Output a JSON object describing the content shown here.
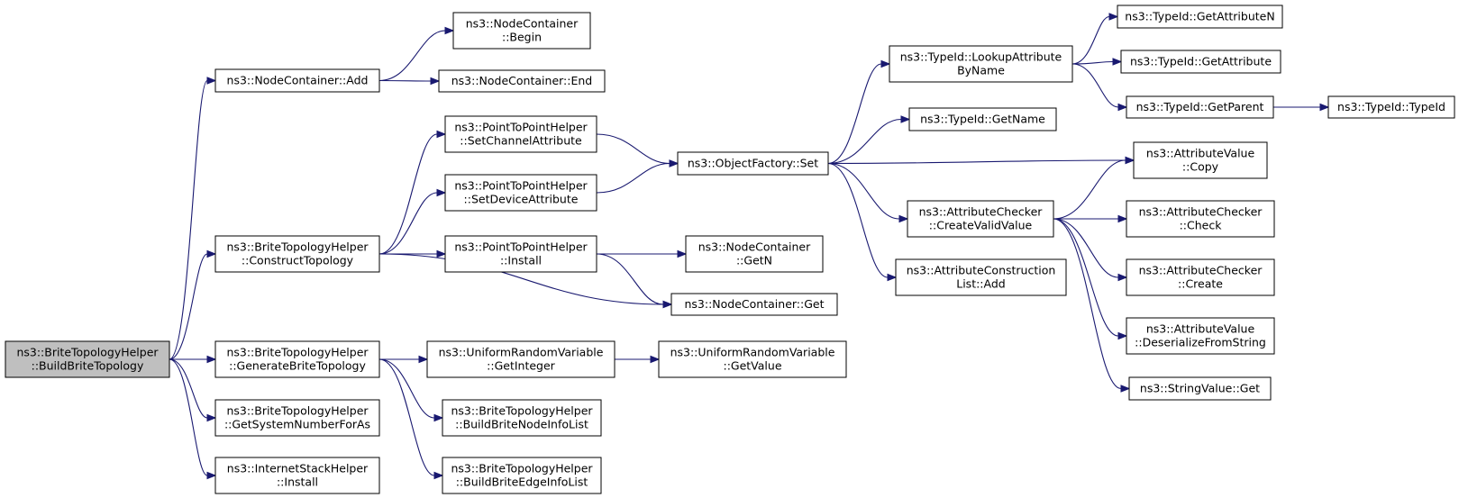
{
  "diagram": {
    "type": "call-graph",
    "colors": {
      "edge": "#191970",
      "root_fill": "#bfbfbf",
      "node_fill": "#ffffff",
      "node_border": "#000000"
    },
    "nodes": [
      {
        "id": "n0",
        "lines": [
          "ns3::BriteTopologyHelper",
          "::BuildBriteTopology"
        ],
        "root": true
      },
      {
        "id": "n1",
        "lines": [
          "ns3::NodeContainer::Add"
        ]
      },
      {
        "id": "n2",
        "lines": [
          "ns3::BriteTopologyHelper",
          "::ConstructTopology"
        ]
      },
      {
        "id": "n3",
        "lines": [
          "ns3::BriteTopologyHelper",
          "::GenerateBriteTopology"
        ]
      },
      {
        "id": "n4",
        "lines": [
          "ns3::BriteTopologyHelper",
          "::GetSystemNumberForAs"
        ]
      },
      {
        "id": "n5",
        "lines": [
          "ns3::InternetStackHelper",
          "::Install"
        ]
      },
      {
        "id": "n6",
        "lines": [
          "ns3::NodeContainer",
          "::Begin"
        ]
      },
      {
        "id": "n7",
        "lines": [
          "ns3::NodeContainer::End"
        ]
      },
      {
        "id": "n8",
        "lines": [
          "ns3::PointToPointHelper",
          "::SetChannelAttribute"
        ]
      },
      {
        "id": "n9",
        "lines": [
          "ns3::PointToPointHelper",
          "::SetDeviceAttribute"
        ]
      },
      {
        "id": "n10",
        "lines": [
          "ns3::PointToPointHelper",
          "::Install"
        ]
      },
      {
        "id": "n11",
        "lines": [
          "ns3::NodeContainer::Get"
        ]
      },
      {
        "id": "n12",
        "lines": [
          "ns3::UniformRandomVariable",
          "::GetInteger"
        ]
      },
      {
        "id": "n13",
        "lines": [
          "ns3::BriteTopologyHelper",
          "::BuildBriteNodeInfoList"
        ]
      },
      {
        "id": "n14",
        "lines": [
          "ns3::BriteTopologyHelper",
          "::BuildBriteEdgeInfoList"
        ]
      },
      {
        "id": "n15",
        "lines": [
          "ns3::ObjectFactory::Set"
        ]
      },
      {
        "id": "n16",
        "lines": [
          "ns3::NodeContainer",
          "::GetN"
        ]
      },
      {
        "id": "n17",
        "lines": [
          "ns3::UniformRandomVariable",
          "::GetValue"
        ]
      },
      {
        "id": "n18",
        "lines": [
          "ns3::TypeId::LookupAttribute",
          "ByName"
        ]
      },
      {
        "id": "n19",
        "lines": [
          "ns3::TypeId::GetName"
        ]
      },
      {
        "id": "n20",
        "lines": [
          "ns3::AttributeChecker",
          "::CreateValidValue"
        ]
      },
      {
        "id": "n21",
        "lines": [
          "ns3::AttributeConstruction",
          "List::Add"
        ]
      },
      {
        "id": "n22",
        "lines": [
          "ns3::TypeId::GetAttributeN"
        ]
      },
      {
        "id": "n23",
        "lines": [
          "ns3::TypeId::GetAttribute"
        ]
      },
      {
        "id": "n24",
        "lines": [
          "ns3::TypeId::GetParent"
        ]
      },
      {
        "id": "n25",
        "lines": [
          "ns3::AttributeValue",
          "::Copy"
        ]
      },
      {
        "id": "n26",
        "lines": [
          "ns3::AttributeChecker",
          "::Check"
        ]
      },
      {
        "id": "n27",
        "lines": [
          "ns3::AttributeChecker",
          "::Create"
        ]
      },
      {
        "id": "n28",
        "lines": [
          "ns3::AttributeValue",
          "::DeserializeFromString"
        ]
      },
      {
        "id": "n29",
        "lines": [
          "ns3::StringValue::Get"
        ]
      },
      {
        "id": "n30",
        "lines": [
          "ns3::TypeId::TypeId"
        ]
      }
    ],
    "edges": [
      {
        "from": "n0",
        "to": "n1"
      },
      {
        "from": "n0",
        "to": "n2"
      },
      {
        "from": "n0",
        "to": "n3"
      },
      {
        "from": "n0",
        "to": "n4"
      },
      {
        "from": "n0",
        "to": "n5"
      },
      {
        "from": "n1",
        "to": "n6"
      },
      {
        "from": "n1",
        "to": "n7"
      },
      {
        "from": "n2",
        "to": "n8"
      },
      {
        "from": "n2",
        "to": "n9"
      },
      {
        "from": "n2",
        "to": "n10"
      },
      {
        "from": "n2",
        "to": "n11"
      },
      {
        "from": "n3",
        "to": "n12"
      },
      {
        "from": "n3",
        "to": "n13"
      },
      {
        "from": "n3",
        "to": "n14"
      },
      {
        "from": "n8",
        "to": "n15"
      },
      {
        "from": "n9",
        "to": "n15"
      },
      {
        "from": "n10",
        "to": "n16"
      },
      {
        "from": "n10",
        "to": "n11"
      },
      {
        "from": "n12",
        "to": "n17"
      },
      {
        "from": "n15",
        "to": "n18"
      },
      {
        "from": "n15",
        "to": "n19"
      },
      {
        "from": "n15",
        "to": "n25"
      },
      {
        "from": "n15",
        "to": "n20"
      },
      {
        "from": "n15",
        "to": "n21"
      },
      {
        "from": "n18",
        "to": "n22"
      },
      {
        "from": "n18",
        "to": "n23"
      },
      {
        "from": "n18",
        "to": "n24"
      },
      {
        "from": "n24",
        "to": "n30"
      },
      {
        "from": "n20",
        "to": "n25"
      },
      {
        "from": "n20",
        "to": "n26"
      },
      {
        "from": "n20",
        "to": "n27"
      },
      {
        "from": "n20",
        "to": "n28"
      },
      {
        "from": "n20",
        "to": "n29"
      }
    ]
  }
}
